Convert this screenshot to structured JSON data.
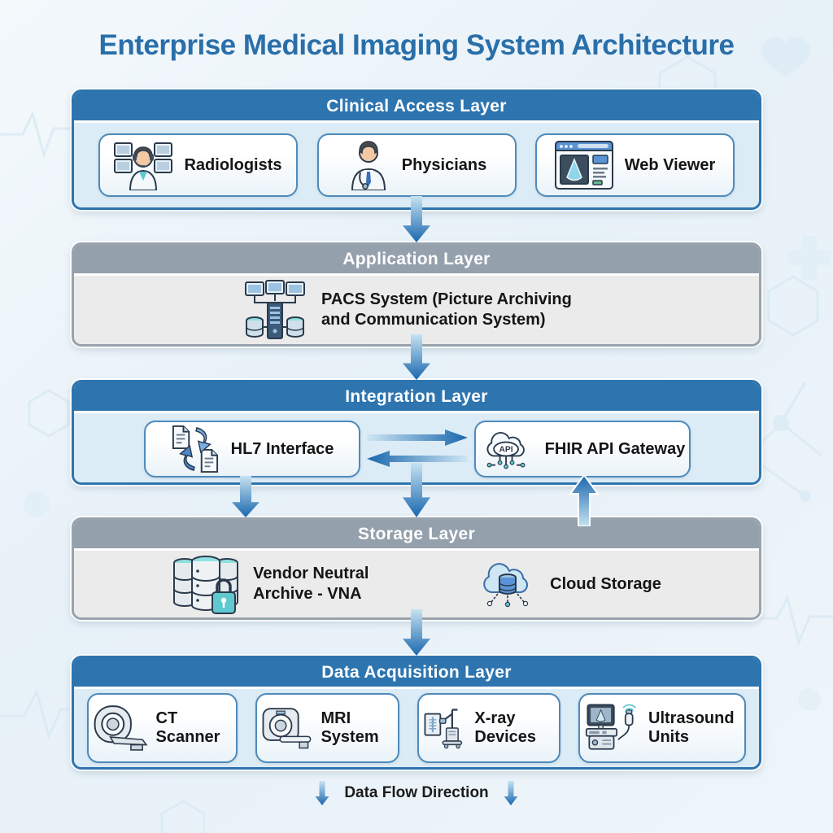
{
  "title": "Enterprise Medical Imaging System Architecture",
  "colors": {
    "title_blue": "#2a6fa9",
    "blue_header": "#2e75b0",
    "gray_header": "#94a0ac",
    "blue_body": "#dcecf6",
    "gray_body": "#ebebeb",
    "card_border": "#4e8abb",
    "arrow_dark": "#1a67ae",
    "arrow_light": "#c6e3f2",
    "background": "#eaf3fa"
  },
  "layers": [
    {
      "label": "Clinical Access Layer",
      "style": "blue",
      "items": [
        {
          "label": "Radiologists",
          "icon": "radiologist-icon"
        },
        {
          "label": "Physicians",
          "icon": "physician-icon"
        },
        {
          "label": "Web Viewer",
          "icon": "web-viewer-icon"
        }
      ]
    },
    {
      "label": "Application Layer",
      "style": "gray",
      "items": [
        {
          "label": "PACS System (Picture Archiving and Communication System)",
          "icon": "pacs-icon"
        }
      ]
    },
    {
      "label": "Integration Layer",
      "style": "blue",
      "items": [
        {
          "label": "HL7 Interface",
          "icon": "hl7-exchange-icon"
        },
        {
          "label": "FHIR API Gateway",
          "icon": "api-cloud-icon"
        }
      ]
    },
    {
      "label": "Storage Layer",
      "style": "gray",
      "items": [
        {
          "label": "Vendor Neutral Archive - VNA",
          "icon": "vna-database-lock-icon"
        },
        {
          "label": "Cloud Storage",
          "icon": "cloud-database-icon"
        }
      ]
    },
    {
      "label": "Data Acquisition Layer",
      "style": "blue",
      "items": [
        {
          "label": "CT Scanner",
          "icon": "ct-scanner-icon"
        },
        {
          "label": "MRI System",
          "icon": "mri-system-icon"
        },
        {
          "label": "X-ray Devices",
          "icon": "xray-device-icon"
        },
        {
          "label": "Ultrasound Units",
          "icon": "ultrasound-unit-icon"
        }
      ]
    }
  ],
  "footer": {
    "label": "Data Flow Direction"
  }
}
